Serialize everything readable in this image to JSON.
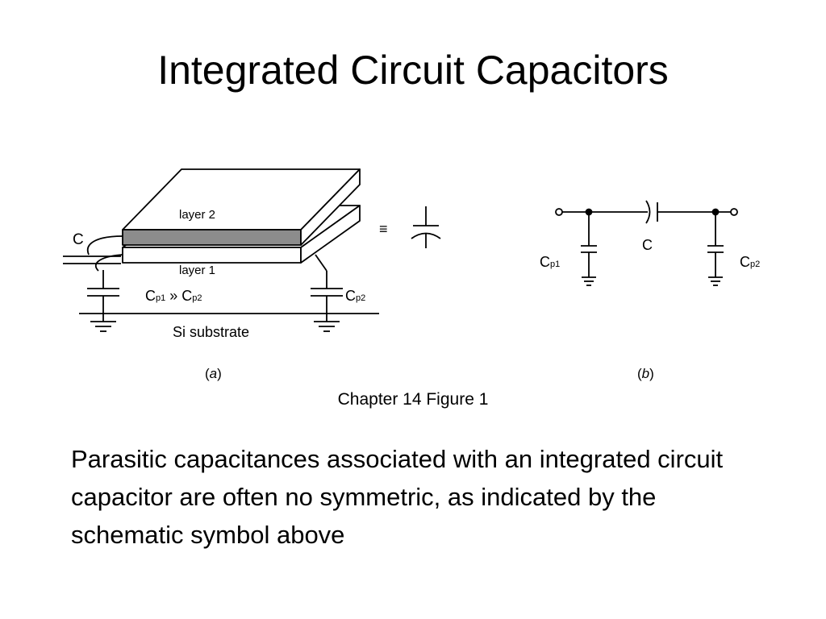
{
  "slide": {
    "title": "Integrated Circuit Capacitors",
    "caption": "Chapter 14 Figure 1",
    "body": "Parasitic capacitances associated with an integrated circuit capacitor are often no symmetric, as indicated by the schematic symbol above"
  },
  "figure_a": {
    "layer2_label": "layer 2",
    "layer1_label": "layer 1",
    "cap_label": "C",
    "relation_cp1": "C",
    "relation_cp1_sub": "p1",
    "relation_op": " » C",
    "relation_cp2_sub": "p2",
    "cp2_label": "C",
    "cp2_sub": "p2",
    "substrate_label": "Si substrate",
    "equiv_symbol": "≡",
    "panel_label_open": "(",
    "panel_label_letter": "a",
    "panel_label_close": ")"
  },
  "figure_b": {
    "cp1_label": "C",
    "cp1_sub": "p1",
    "cap_label": "C",
    "cp2_label": "C",
    "cp2_sub": "p2",
    "panel_label_open": "(",
    "panel_label_letter": "b",
    "panel_label_close": ")"
  },
  "colors": {
    "background": "#ffffff",
    "ink": "#000000",
    "layer2_fill": "#8c8c8c"
  }
}
